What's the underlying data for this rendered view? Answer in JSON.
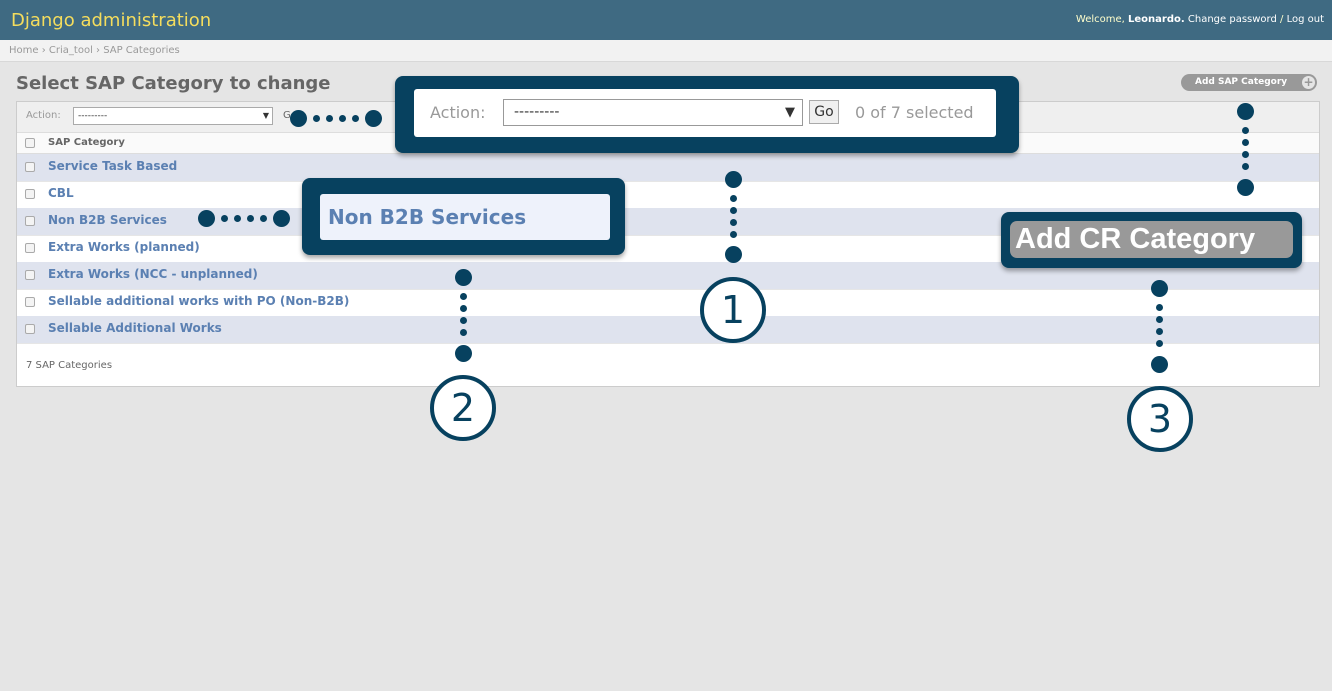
{
  "header": {
    "brand": "Django administration",
    "welcome": "Welcome,",
    "user": "Leonardo.",
    "change_password": "Change password",
    "separator": "/",
    "logout": "Log out"
  },
  "breadcrumbs": {
    "home": "Home",
    "app": "Cria_tool",
    "current": "SAP Categories",
    "sep": "›"
  },
  "page": {
    "title": "Select SAP Category to change",
    "add_button": "Add SAP Category"
  },
  "actions": {
    "label": "Action:",
    "selected_option": "---------",
    "go": "Go",
    "counter": "0 of 7 selected"
  },
  "table": {
    "header": "SAP Category",
    "rows": [
      "Service Task Based",
      "CBL",
      "Non B2B Services",
      "Extra Works (planned)",
      "Extra Works (NCC - unplanned)",
      "Sellable additional works with PO (Non-B2B)",
      "Sellable Additional Works"
    ],
    "count": "7 SAP Categories"
  },
  "callouts": {
    "c2_text": "Non B2B Services",
    "c3_text": "Add CR Category",
    "num1": "1",
    "num2": "2",
    "num3": "3"
  },
  "colors": {
    "header_bg": "#3f6a82",
    "brand": "#f5dd5d",
    "link": "#5b80b2",
    "callout": "#07415f",
    "row_alt": "#dfe3ee"
  }
}
